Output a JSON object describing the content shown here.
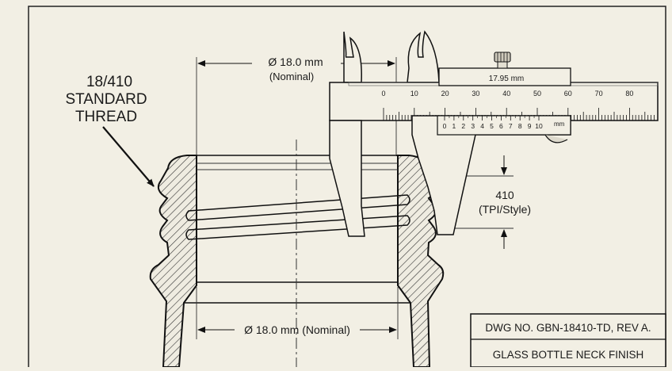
{
  "callout": {
    "lines": [
      "18/410",
      "STANDARD",
      "THREAD"
    ]
  },
  "top_dimension": {
    "value": "Ø 18.0 mm",
    "note": "(Nominal)"
  },
  "bottom_dimension": {
    "value": "Ø 18.0 mm (Nominal)"
  },
  "side_dimension": {
    "value": "410",
    "note": "(TPI/Style)"
  },
  "caliper": {
    "reading": "17.95 mm",
    "main_scale_labels": [
      "0",
      "10",
      "20",
      "30",
      "40",
      "50",
      "60",
      "70",
      "80"
    ],
    "vernier_labels": [
      "0",
      "1",
      "2",
      "3",
      "4",
      "5",
      "6",
      "7",
      "8",
      "9",
      "10"
    ],
    "vernier_unit": "mm"
  },
  "title_block": {
    "drawing_number": "DWG NO. GBN-18410-TD, REV A.",
    "title": "GLASS BOTTLE NECK FINISH"
  }
}
